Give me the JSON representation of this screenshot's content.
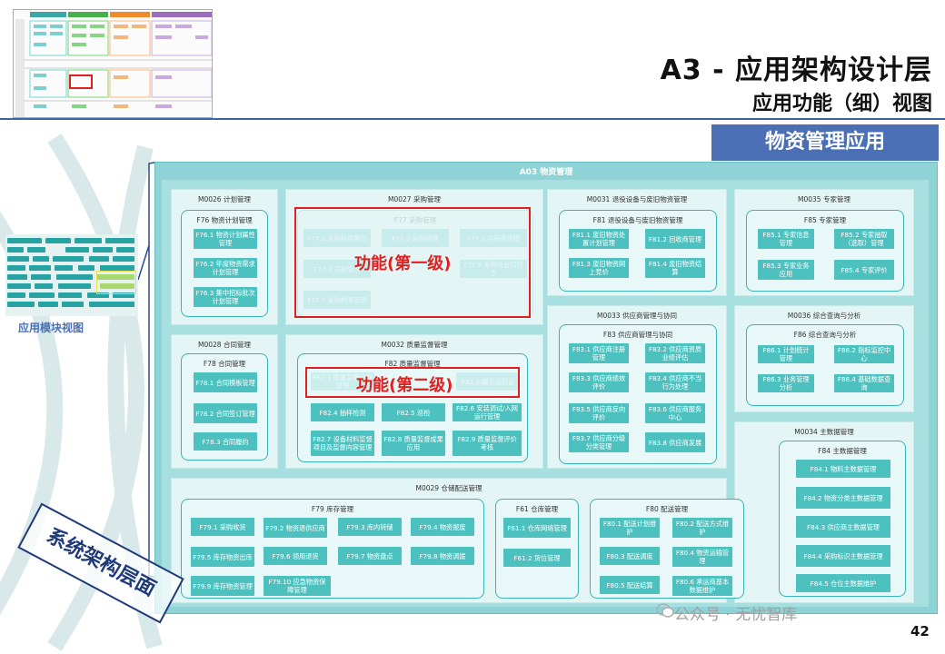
{
  "header": {
    "title": "A3 - 应用架构设计层",
    "subtitle_view": "应用功能（细）视图",
    "section_label": "物资管理应用"
  },
  "left_panel": {
    "module_view_label": "应用模块视图"
  },
  "diagram": {
    "app_title": "A03 物资管理",
    "modules": {
      "m26": {
        "title": "M0026 计划管理",
        "fn": "F76 物资计划管理",
        "items": [
          "F76.1 物资计划属性管理",
          "F76.2 年度物资需求计划管理",
          "F76.3 集中招标批次计划管理"
        ]
      },
      "m27": {
        "title": "M0027 采购管理",
        "fn": "F77 采购管理",
        "items": [
          "F77.1 采购标段集合",
          "F77.2 采购管理",
          "F77.3 供应商选择",
          "F77.4 开标管理",
          "F77.6 采购与合同授予",
          "F77.7 采购档案管理"
        ]
      },
      "m31": {
        "title": "M0031 退役设备与废旧物资管理",
        "fn": "F81 退役设备与废旧物资管理",
        "items": [
          "F81.1 废旧物资处置计划管理",
          "F81.2 回收商管理",
          "F81.3 废旧物资网上竞价",
          "F81.4 废旧物资结算"
        ]
      },
      "m35": {
        "title": "M0035 专家管理",
        "fn": "F85 专家管理",
        "items": [
          "F85.1 专家信息管理",
          "F85.2 专家抽取（选取）管理",
          "F85.3 专家业务应用",
          "F85.4 专家评价"
        ]
      },
      "m28": {
        "title": "M0028 合同管理",
        "fn": "F78 合同管理",
        "items": [
          "F78.1 合同模板管理",
          "F78.2 合同签订管理",
          "F78.3 合同履约"
        ]
      },
      "m32": {
        "title": "M0032 质量监督管理",
        "fn": "F82 质量监督管理",
        "items": [
          "F82.1 质量监督计划管理",
          "F82.3 履节点见证",
          "F82.4 抽样检测",
          "F82.5 巡检",
          "F82.6 安装调试/入网运行管理",
          "F82.7 设备材料监督项目及监督内容管理",
          "F82.8 质量监督成果应用",
          "F82.9 质量监督评价考核"
        ]
      },
      "m33": {
        "title": "M0033 供应商管理与协同",
        "fn": "F83 供应商管理与协同",
        "items": [
          "F83.1 供应商注册管理",
          "F83.2 供应商资质业绩评估",
          "F83.3 供应商绩效评价",
          "F83.4 供应商不当行为处理",
          "F83.5 供应商反向评价",
          "F83.6 供应商服务中心",
          "F83.7 供应商分级分类管理",
          "F83.8 供应商发展"
        ]
      },
      "m36": {
        "title": "M0036 综合查询与分析",
        "fn": "F86 综合查询与分析",
        "items": [
          "F86.1 计划统计管理",
          "F86.2 指标监控中心",
          "F86.3 业务管理分析",
          "F86.4 基础数据查询"
        ]
      },
      "m34": {
        "title": "M0034 主数据管理",
        "fn": "F84 主数据管理",
        "items": [
          "F84.1 物料主数据管理",
          "F84.2 物资分类主数据管理",
          "F84.3 供应商主数据管理",
          "F84.4 采购标识主数据管理",
          "F84.5 仓位主数据维护"
        ]
      },
      "m29": {
        "title": "M0029 仓储配送管理",
        "fn79": "F79 库存管理",
        "items79": [
          "F79.1 采购收货",
          "F79.2 物资退供应商",
          "F79.3 库内转储",
          "F79.4 物资报废",
          "F79.5 库存物资出库",
          "F79.6 领用退货",
          "F79.7 物资盘点",
          "F79.8 物资调拨",
          "F79.9 库存物资管理",
          "F79.10 应急物资保障管理"
        ],
        "fn61": "F61 仓库管理",
        "items61": [
          "F61.1 仓库网络管理",
          "F61.2 货位管理"
        ],
        "fn80": "F80 配送管理",
        "items80": [
          "F80.1 配送计划维护",
          "F80.2 配送方式维护",
          "F80.3 配送调度",
          "F80.4 物资运输管理",
          "F80.5 配送结算",
          "F80.6 承运商基本数据维护"
        ]
      }
    },
    "annotations": {
      "level1": "功能(第一级)",
      "level2": "功能(第二级)"
    }
  },
  "footer": {
    "stamp": "系统架构层面",
    "watermark": "公众号 · 无忧智库",
    "page_number": "42"
  },
  "colors": {
    "accent_blue": "#4a6fb5",
    "frame_teal": "#8fd3d6",
    "item_teal": "#4dc1bf",
    "highlight_red": "#e02020"
  }
}
